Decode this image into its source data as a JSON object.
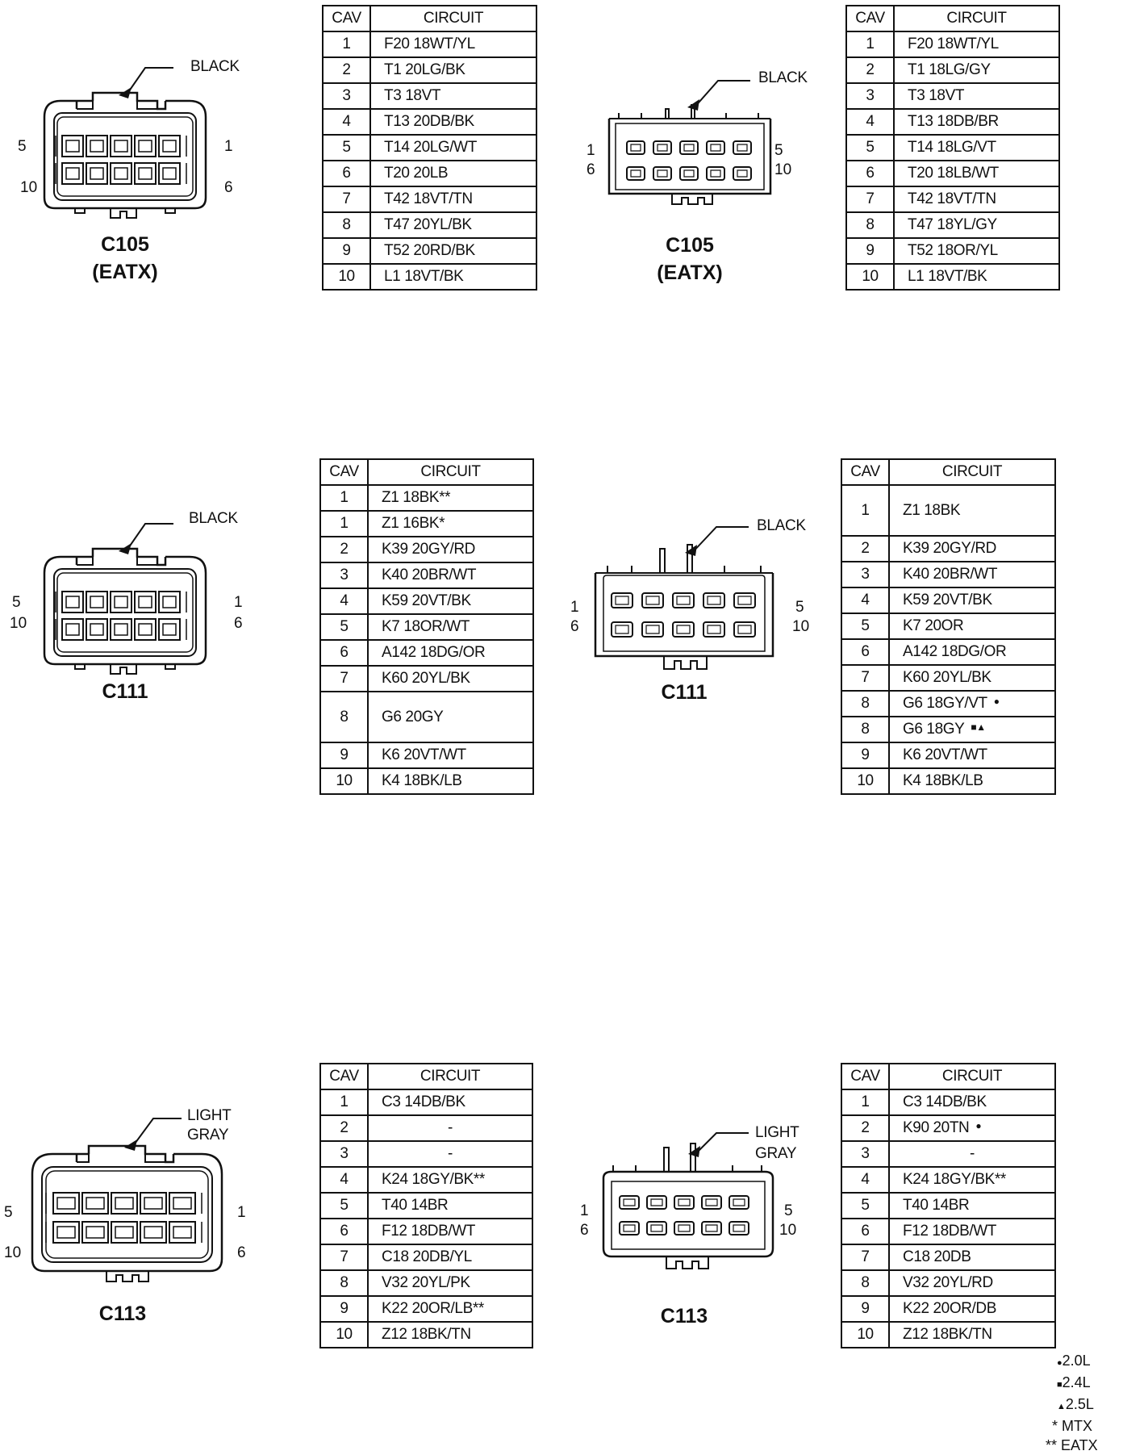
{
  "header_labels": {
    "cav": "CAV",
    "circuit": "CIRCUIT"
  },
  "legend": [
    "2.0L",
    "2.4L",
    "2.5L",
    "* MTX",
    "** EATX"
  ],
  "legend_marks": [
    "●",
    "■",
    "▲"
  ],
  "connectors": [
    {
      "id": "c105-female",
      "name": "C105",
      "sub": "(EATX)",
      "color_label": "BLACK",
      "pins": {
        "top_left": "5",
        "top_right": "1",
        "bottom_left": "10",
        "bottom_right": "6"
      }
    },
    {
      "id": "c105-male",
      "name": "C105",
      "sub": "(EATX)",
      "color_label": "BLACK",
      "pins": {
        "top_left": "1",
        "top_right": "5",
        "bottom_left": "6",
        "bottom_right": "10"
      }
    },
    {
      "id": "c111-female",
      "name": "C111",
      "sub": "",
      "color_label": "BLACK",
      "pins": {
        "top_left": "5",
        "top_right": "1",
        "bottom_left": "10",
        "bottom_right": "6"
      }
    },
    {
      "id": "c111-male",
      "name": "C111",
      "sub": "",
      "color_label": "BLACK",
      "pins": {
        "top_left": "1",
        "top_right": "5",
        "bottom_left": "6",
        "bottom_right": "10"
      }
    },
    {
      "id": "c113-female",
      "name": "C113",
      "sub": "",
      "color_label_1": "LIGHT",
      "color_label_2": "GRAY",
      "pins": {
        "top_left": "5",
        "top_right": "1",
        "bottom_left": "10",
        "bottom_right": "6"
      }
    },
    {
      "id": "c113-male",
      "name": "C113",
      "sub": "",
      "color_label_1": "LIGHT",
      "color_label_2": "GRAY",
      "pins": {
        "top_left": "1",
        "top_right": "5",
        "bottom_left": "6",
        "bottom_right": "10"
      }
    }
  ],
  "tables": [
    {
      "id": "c105-female-table",
      "rows": [
        {
          "cav": "1",
          "circuit": "F20 18WT/YL"
        },
        {
          "cav": "2",
          "circuit": "T1 20LG/BK"
        },
        {
          "cav": "3",
          "circuit": "T3 18VT"
        },
        {
          "cav": "4",
          "circuit": "T13 20DB/BK"
        },
        {
          "cav": "5",
          "circuit": "T14 20LG/WT"
        },
        {
          "cav": "6",
          "circuit": "T20 20LB"
        },
        {
          "cav": "7",
          "circuit": "T42 18VT/TN"
        },
        {
          "cav": "8",
          "circuit": "T47 20YL/BK"
        },
        {
          "cav": "9",
          "circuit": "T52 20RD/BK"
        },
        {
          "cav": "10",
          "circuit": "L1 18VT/BK"
        }
      ]
    },
    {
      "id": "c105-male-table",
      "rows": [
        {
          "cav": "1",
          "circuit": "F20 18WT/YL"
        },
        {
          "cav": "2",
          "circuit": "T1 18LG/GY"
        },
        {
          "cav": "3",
          "circuit": "T3 18VT"
        },
        {
          "cav": "4",
          "circuit": "T13 18DB/BR"
        },
        {
          "cav": "5",
          "circuit": "T14 18LG/VT"
        },
        {
          "cav": "6",
          "circuit": "T20 18LB/WT"
        },
        {
          "cav": "7",
          "circuit": "T42 18VT/TN"
        },
        {
          "cav": "8",
          "circuit": "T47 18YL/GY"
        },
        {
          "cav": "9",
          "circuit": "T52 18OR/YL"
        },
        {
          "cav": "10",
          "circuit": "L1 18VT/BK"
        }
      ]
    },
    {
      "id": "c111-female-table",
      "rows": [
        {
          "cav": "1",
          "circuit": "Z1 18BK**"
        },
        {
          "cav": "1",
          "circuit": "Z1 16BK*"
        },
        {
          "cav": "2",
          "circuit": "K39 20GY/RD"
        },
        {
          "cav": "3",
          "circuit": "K40 20BR/WT"
        },
        {
          "cav": "4",
          "circuit": "K59 20VT/BK"
        },
        {
          "cav": "5",
          "circuit": "K7 18OR/WT"
        },
        {
          "cav": "6",
          "circuit": "A142 18DG/OR"
        },
        {
          "cav": "7",
          "circuit": "K60 20YL/BK"
        },
        {
          "cav": "8",
          "circuit": "G6 20GY",
          "tall": true
        },
        {
          "cav": "9",
          "circuit": "K6 20VT/WT"
        },
        {
          "cav": "10",
          "circuit": "K4 18BK/LB"
        }
      ]
    },
    {
      "id": "c111-male-table",
      "rows": [
        {
          "cav": "1",
          "circuit": "Z1 18BK",
          "tall": true
        },
        {
          "cav": "2",
          "circuit": "K39 20GY/RD"
        },
        {
          "cav": "3",
          "circuit": "K40 20BR/WT"
        },
        {
          "cav": "4",
          "circuit": "K59 20VT/BK"
        },
        {
          "cav": "5",
          "circuit": "K7 20OR"
        },
        {
          "cav": "6",
          "circuit": "A142 18DG/OR"
        },
        {
          "cav": "7",
          "circuit": "K60 20YL/BK"
        },
        {
          "cav": "8",
          "circuit": "G6 18GY/VT",
          "mark": "●"
        },
        {
          "cav": "8",
          "circuit": "G6 18GY",
          "mark": "■▲"
        },
        {
          "cav": "9",
          "circuit": "K6 20VT/WT"
        },
        {
          "cav": "10",
          "circuit": "K4 18BK/LB"
        }
      ]
    },
    {
      "id": "c113-female-table",
      "rows": [
        {
          "cav": "1",
          "circuit": "C3 14DB/BK"
        },
        {
          "cav": "2",
          "circuit": "-",
          "center": true
        },
        {
          "cav": "3",
          "circuit": "-",
          "center": true
        },
        {
          "cav": "4",
          "circuit": "K24 18GY/BK**"
        },
        {
          "cav": "5",
          "circuit": "T40 14BR"
        },
        {
          "cav": "6",
          "circuit": "F12 18DB/WT"
        },
        {
          "cav": "7",
          "circuit": "C18 20DB/YL"
        },
        {
          "cav": "8",
          "circuit": "V32 20YL/PK"
        },
        {
          "cav": "9",
          "circuit": "K22 20OR/LB**"
        },
        {
          "cav": "10",
          "circuit": "Z12 18BK/TN"
        }
      ]
    },
    {
      "id": "c113-male-table",
      "rows": [
        {
          "cav": "1",
          "circuit": "C3 14DB/BK"
        },
        {
          "cav": "2",
          "circuit": "K90 20TN",
          "mark": "●"
        },
        {
          "cav": "3",
          "circuit": "-",
          "center": true
        },
        {
          "cav": "4",
          "circuit": "K24 18GY/BK**"
        },
        {
          "cav": "5",
          "circuit": "T40 14BR"
        },
        {
          "cav": "6",
          "circuit": "F12 18DB/WT"
        },
        {
          "cav": "7",
          "circuit": "C18 20DB"
        },
        {
          "cav": "8",
          "circuit": "V32 20YL/RD"
        },
        {
          "cav": "9",
          "circuit": "K22 20OR/DB"
        },
        {
          "cav": "10",
          "circuit": "Z12 18BK/TN"
        }
      ]
    }
  ]
}
